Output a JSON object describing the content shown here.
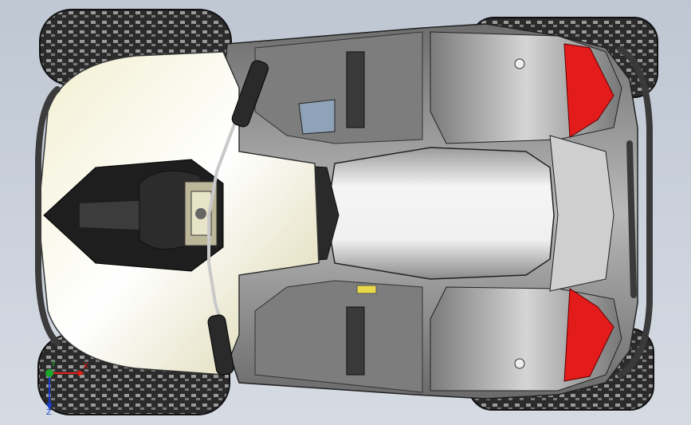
{
  "viewport": {
    "background_top": "#bfc7d3",
    "background_bottom": "#d6dbe3"
  },
  "model": {
    "body_color": "#8c8c8c",
    "fender_color": "#ece8c4",
    "seat_color": "#e6e6e6",
    "tail_light_color": "#e31b1b",
    "tire_color": "#2a2a2a"
  },
  "triad": {
    "x_label": "X",
    "y_label": "Y",
    "z_label": "Z",
    "x_color": "#e0201a",
    "y_color": "#18a82c",
    "z_color": "#1a3fd0"
  }
}
